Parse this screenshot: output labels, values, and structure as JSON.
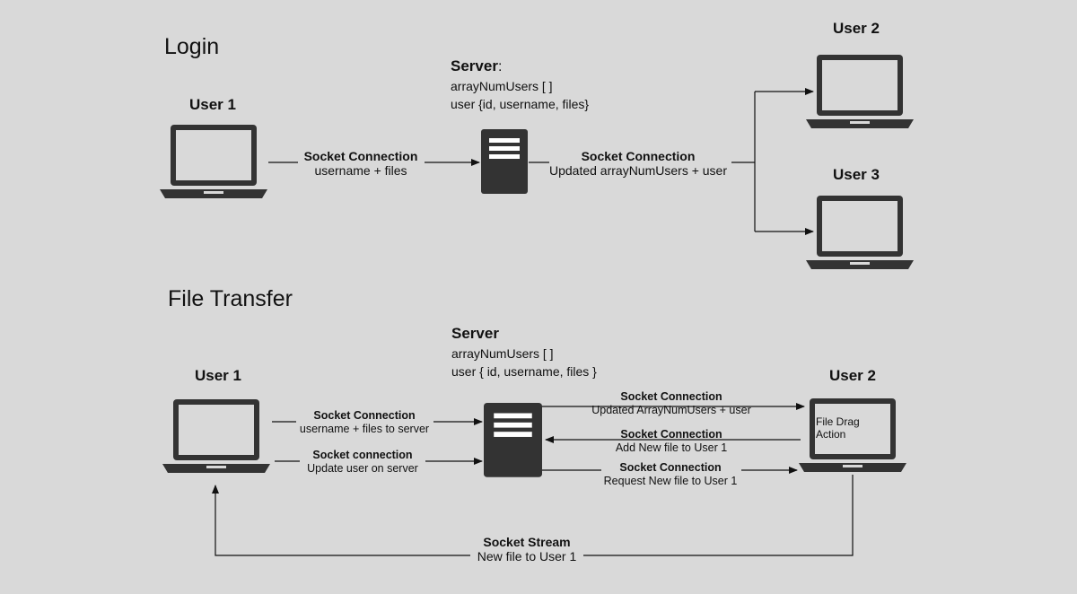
{
  "login": {
    "title": "Login",
    "user1": "User 1",
    "user2": "User 2",
    "user3": "User 3",
    "server_name": "Server",
    "server_colon": ":",
    "server_lines": [
      "arrayNumUsers [ ]",
      "user {id, username, files}"
    ],
    "edge1": {
      "title": "Socket Connection",
      "sub": "username + files"
    },
    "edge2": {
      "title": "Socket Connection",
      "sub": "Updated arrayNumUsers + user"
    }
  },
  "transfer": {
    "title": "File Transfer",
    "user1": "User 1",
    "user2": "User 2",
    "server_name": "Server",
    "server_lines": [
      "arrayNumUsers [ ]",
      "user { id, username, files }"
    ],
    "user2_screen_text": "File Drag Action",
    "edges": [
      {
        "title": "Socket Connection",
        "sub": "username + files to server"
      },
      {
        "title": "Socket connection",
        "sub": "Update user on server"
      },
      {
        "title": "Socket Connection",
        "sub": "Updated ArrayNumUsers + user"
      },
      {
        "title": "Socket Connection",
        "sub": "Add New file to User 1"
      },
      {
        "title": "Socket Connection",
        "sub": "Request New file to User 1"
      },
      {
        "title": "Socket Stream",
        "sub": "New file to User 1"
      }
    ]
  },
  "colors": {
    "device": "#333333",
    "background": "#d9d9d9",
    "line": "#111111"
  }
}
